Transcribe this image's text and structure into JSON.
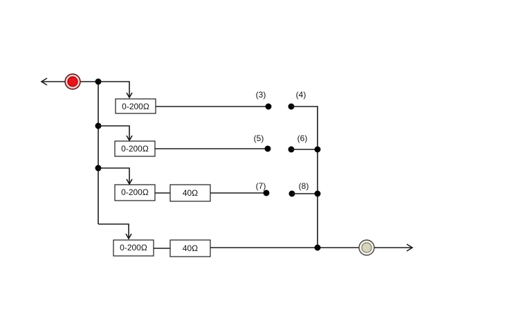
{
  "diagram": {
    "resistors": {
      "variable_label": "0-200Ω",
      "fixed_label": "40Ω"
    },
    "contacts": {
      "c3": "(3)",
      "c4": "(4)",
      "c5": "(5)",
      "c6": "(6)",
      "c7": "(7)",
      "c8": "(8)"
    },
    "colors": {
      "input_terminal": "#e8141b",
      "output_terminal": "#d8d4bc",
      "wire": "#1a1a1a"
    }
  }
}
